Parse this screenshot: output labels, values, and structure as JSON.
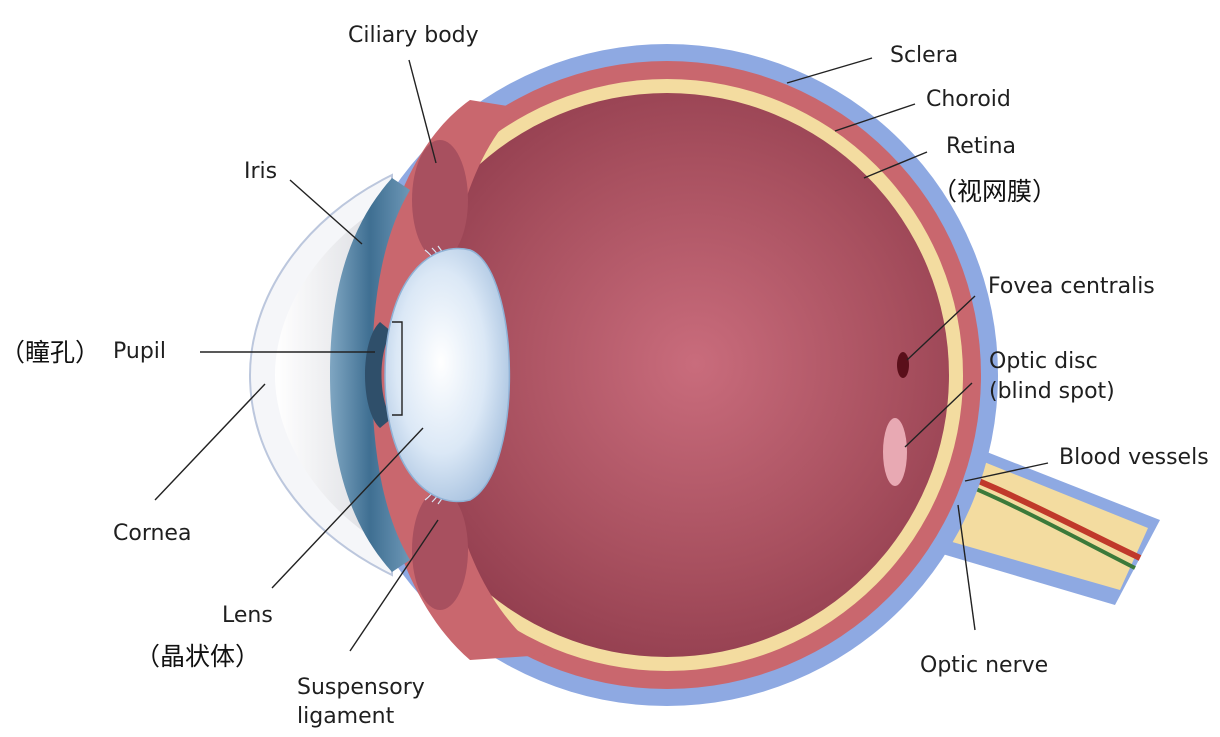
{
  "labels": {
    "ciliary_body": "Ciliary body",
    "sclera": "Sclera",
    "choroid": "Choroid",
    "retina": "Retina",
    "retina_cn": "（视网膜）",
    "iris": "Iris",
    "pupil": "Pupil",
    "pupil_cn": "（瞳孔）",
    "cornea": "Cornea",
    "lens": "Lens",
    "lens_cn": "（晶状体）",
    "suspensory_line1": "Suspensory",
    "suspensory_line2": "ligament",
    "fovea": "Fovea centralis",
    "optic_disc_line1": "Optic disc",
    "optic_disc_line2": "(blind spot)",
    "blood_vessels": "Blood vessels",
    "optic_nerve": "Optic nerve"
  },
  "colors": {
    "sclera": "#8ea9e2",
    "choroid": "#c9676e",
    "retina": "#f3dca0",
    "vitreous_center": "#c96c7c",
    "vitreous_edge": "#8f3b4c",
    "lens": "#d7e6f6",
    "cornea": "#e9e9ec",
    "iris": "#4f7fa0",
    "vessel_red": "#c0392b",
    "vessel_green": "#3c7a3a"
  }
}
